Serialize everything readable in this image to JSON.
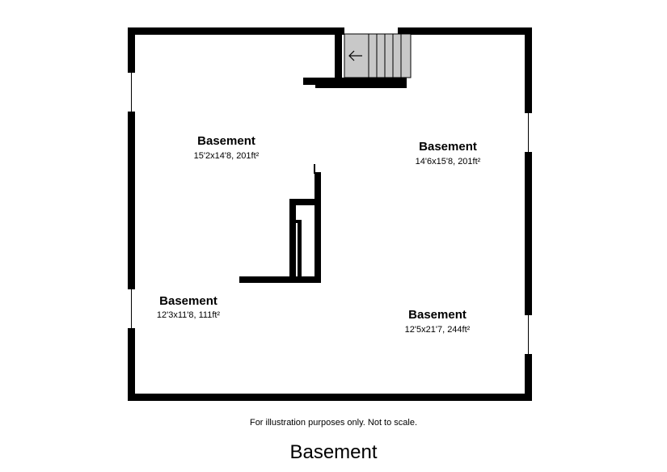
{
  "rooms": [
    {
      "name": "Basement",
      "dims": "15'2x14'8, 201ft²"
    },
    {
      "name": "Basement",
      "dims": "14'6x15'8, 201ft²"
    },
    {
      "name": "Basement",
      "dims": "12'3x11'8, 111ft²"
    },
    {
      "name": "Basement",
      "dims": "12'5x21'7, 244ft²"
    }
  ],
  "disclaimer": "For illustration purposes only. Not to scale.",
  "plan_title": "Basement",
  "colors": {
    "wall": "#000000",
    "stair_fill": "#c8c8c8",
    "background": "#ffffff"
  },
  "icons": {
    "stair_direction": "arrow-left-icon"
  }
}
